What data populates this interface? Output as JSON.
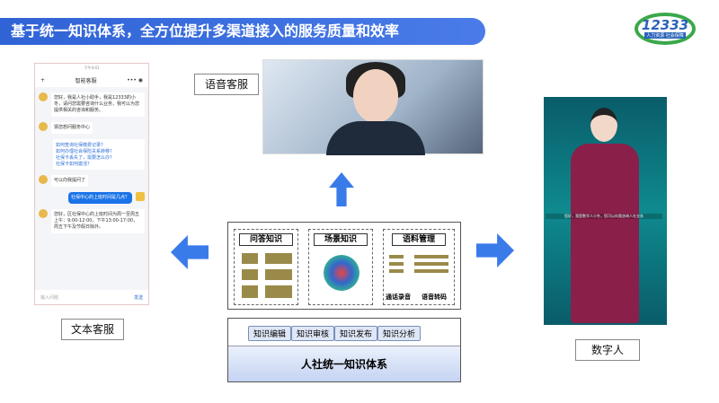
{
  "title": "基于统一知识体系，全方位提升多渠道接入的服务质量和效率",
  "logo": {
    "number": "12333",
    "slogan": "人力资源 社会保障"
  },
  "phone": {
    "status": "下午4:41",
    "header": "智能客服",
    "messages": [
      {
        "from": "bot",
        "text": "您好，我是人社小助手，我是12333的小冬，请问您需要咨询什么业务，我可以为您提供相关的咨询和服务。"
      },
      {
        "from": "bot",
        "text": "猜您想问服务中心"
      },
      {
        "from": "links",
        "items": [
          "如何查询社保缴费记录？",
          "如何办理社会保险关系转移？",
          "社保卡丢失了，需要怎么办？",
          "社保卡如何激活？"
        ]
      },
      {
        "from": "bot",
        "text": "可以向我提问了"
      },
      {
        "from": "user",
        "text": "社保中心的上班时间是几点？"
      },
      {
        "from": "bot",
        "text": "您好，区社保中心的上班时间为周一至周五上午：9:00-12:00，下午13:00-17:00，周五下午及节假日除外。"
      }
    ],
    "input_placeholder": "输入问题",
    "send": "发送"
  },
  "labels": {
    "voice": "语音客服",
    "text": "文本客服",
    "digital": "数字人"
  },
  "digital_caption": "您好，我是数字人小冬，您可以向我咨询人社业务",
  "knowledge": {
    "columns": [
      "问答知识",
      "场景知识",
      "语料管理"
    ],
    "corpus_items": [
      "通话录音",
      "语音转码"
    ]
  },
  "system": {
    "tabs": [
      "知识编辑",
      "知识审核",
      "知识发布",
      "知识分析"
    ],
    "name": "人社统一知识体系"
  },
  "colors": {
    "accent": "#3a7bea",
    "title_bar": "#2f63d6"
  }
}
